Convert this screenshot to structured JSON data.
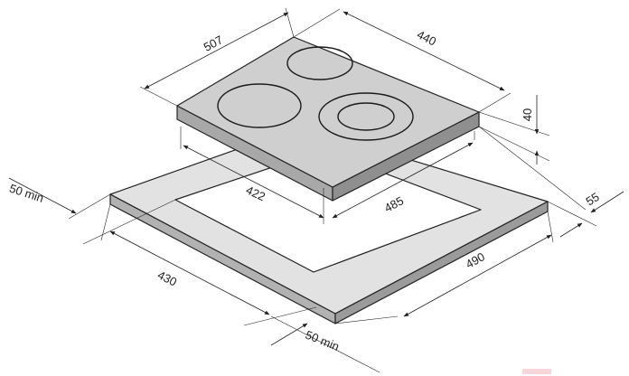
{
  "colors": {
    "hob_top": "#cfcfcf",
    "hob_side": "#9f9f9f",
    "frame_top": "#e2e2e2",
    "frame_side": "#a9a9a9",
    "cutout": "#ffffff",
    "line": "#222222"
  },
  "dimensions": {
    "hob_depth": "507",
    "hob_width": "440",
    "hob_height": "40",
    "cutout_depth": "422",
    "cutout_width": "485",
    "overlap": "55",
    "clearance_side": "50 min",
    "frame_depth": "430",
    "frame_width": "490",
    "clearance_front": "50 min"
  }
}
